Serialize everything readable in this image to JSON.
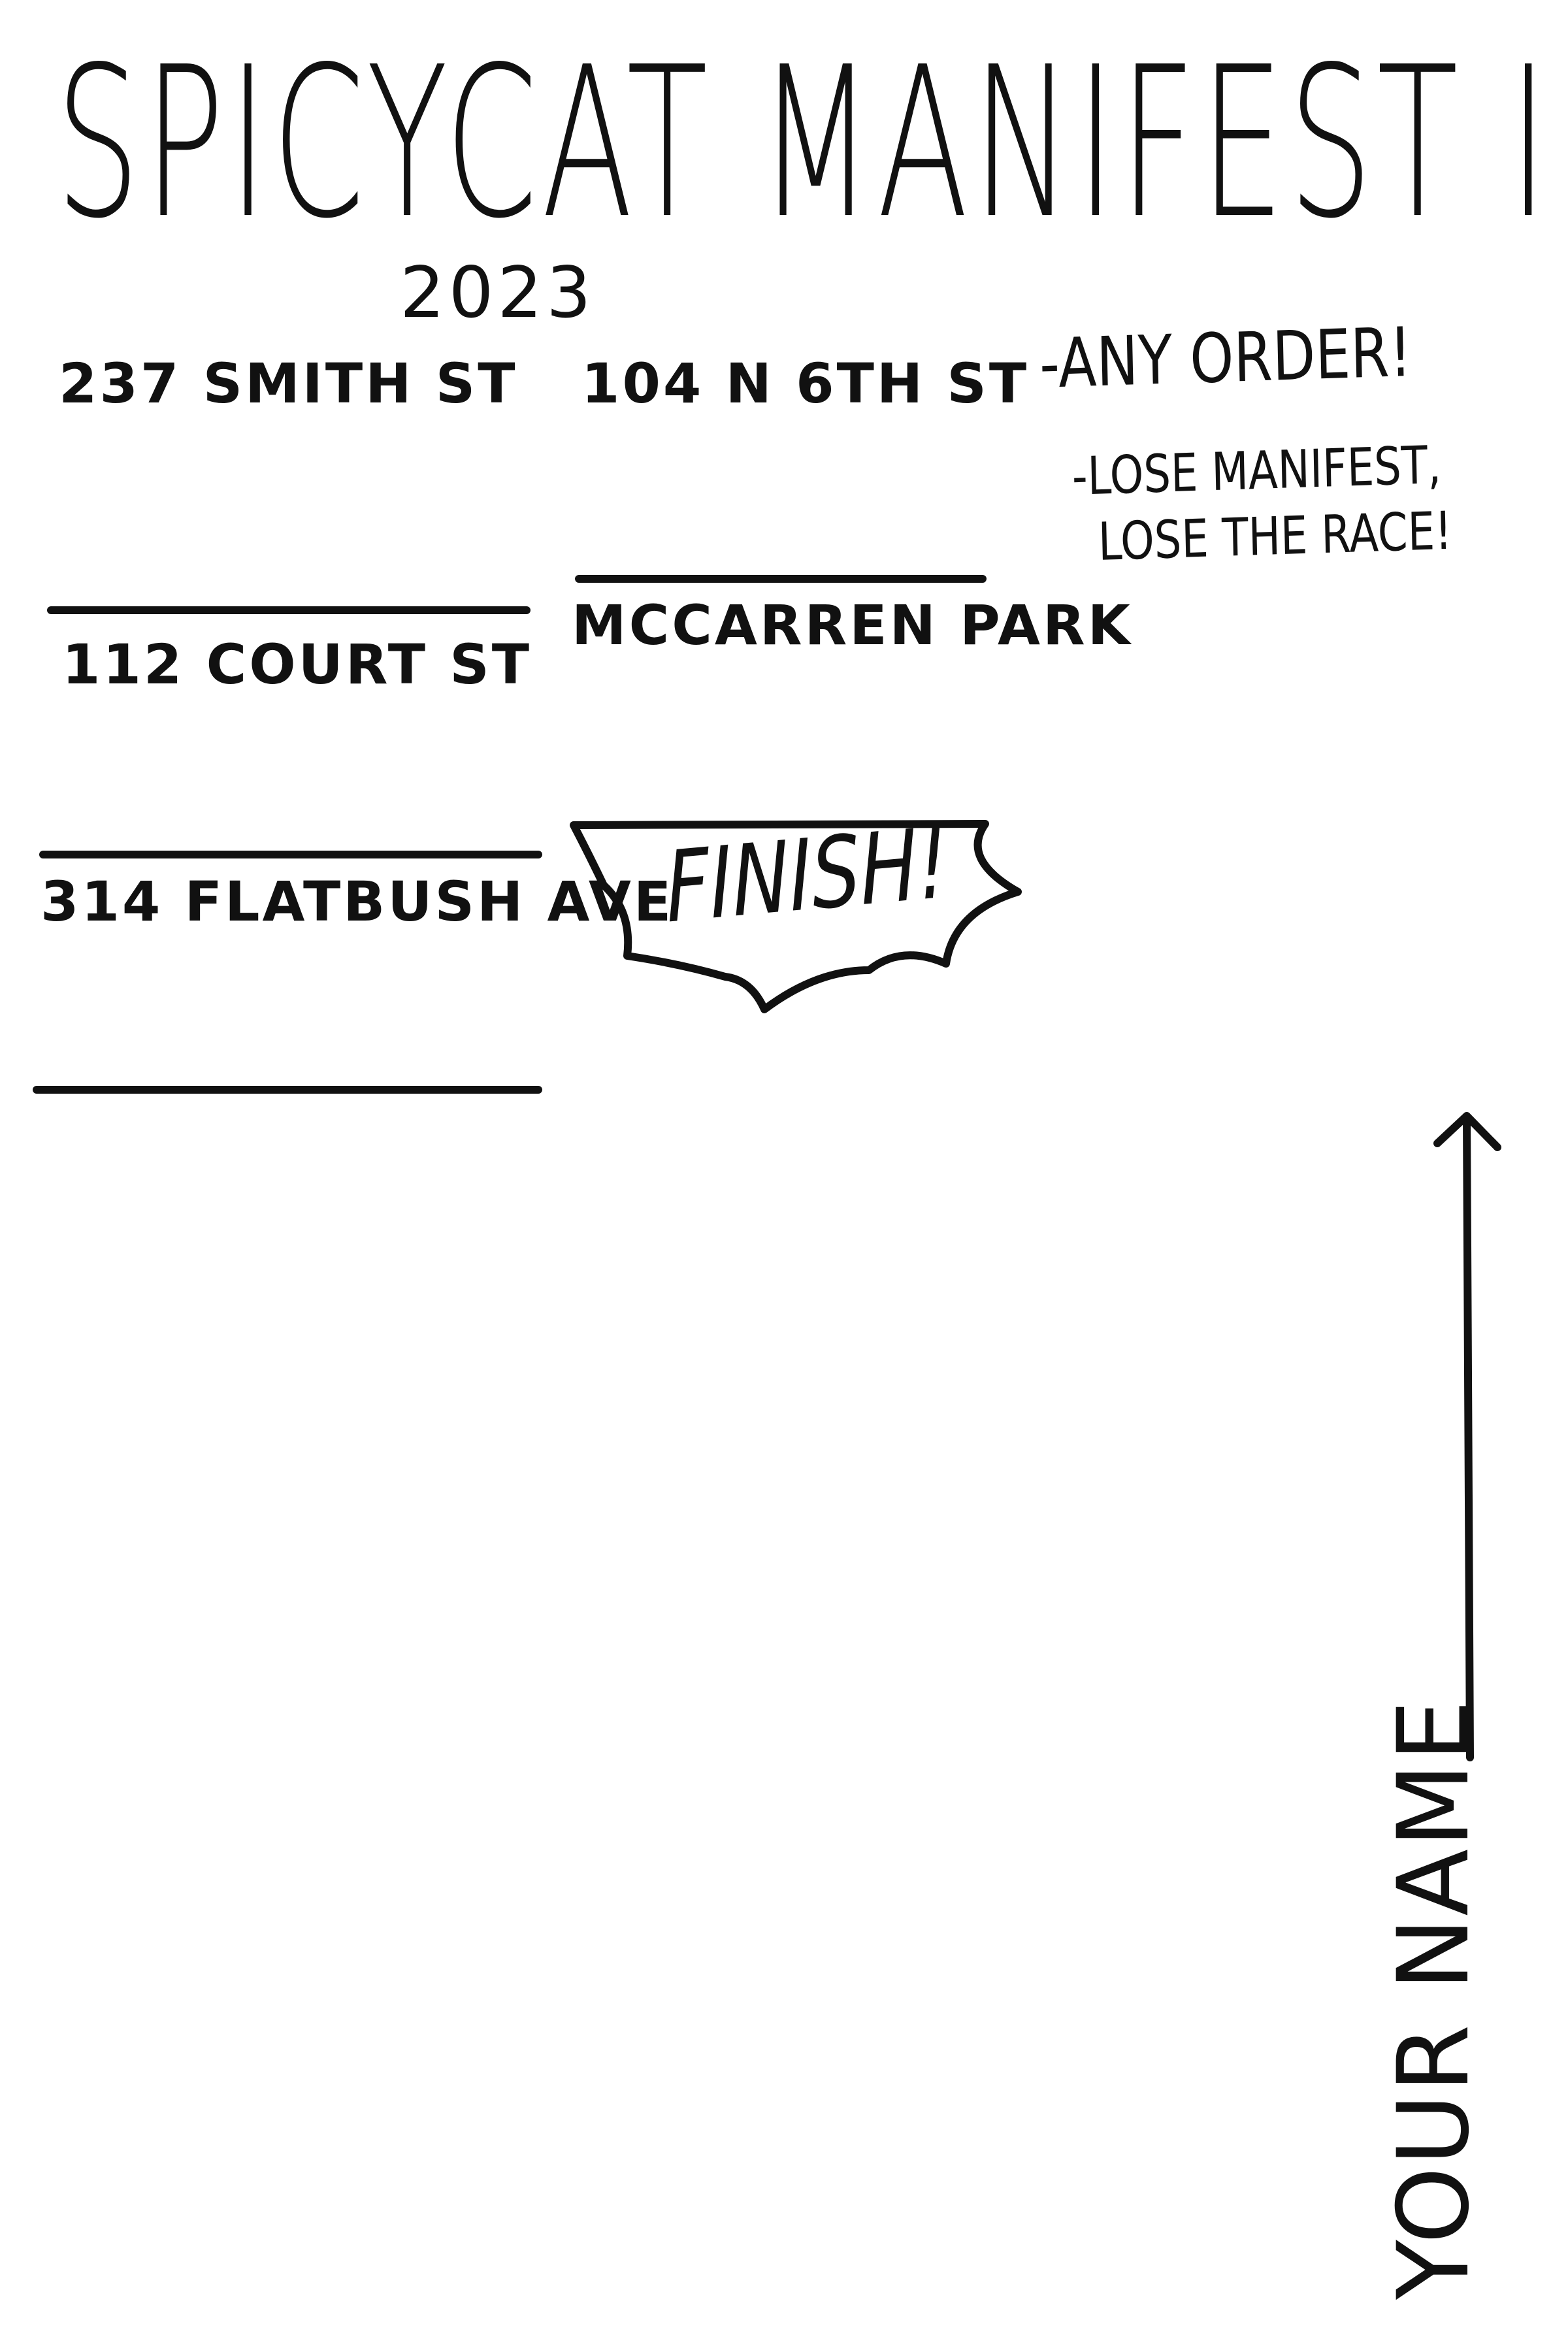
{
  "manifest": {
    "title": "SPICYCAT MANIFEST II",
    "year": "2023"
  },
  "stops": [
    {
      "label": "237 SMITH ST"
    },
    {
      "label": "104 N 6TH ST"
    },
    {
      "label": "112 COURT ST"
    },
    {
      "label": "MCCARREN PARK"
    },
    {
      "label": "314 FLATBUSH AVE"
    }
  ],
  "finish": {
    "label": "FINISH!"
  },
  "notes": {
    "any_order": "-ANY ORDER!",
    "lose_line1": "-LOSE MANIFEST,",
    "lose_line2": "LOSE THE RACE!"
  },
  "name_field": {
    "label": "YOUR NAME",
    "icon": "arrow-up-icon"
  }
}
